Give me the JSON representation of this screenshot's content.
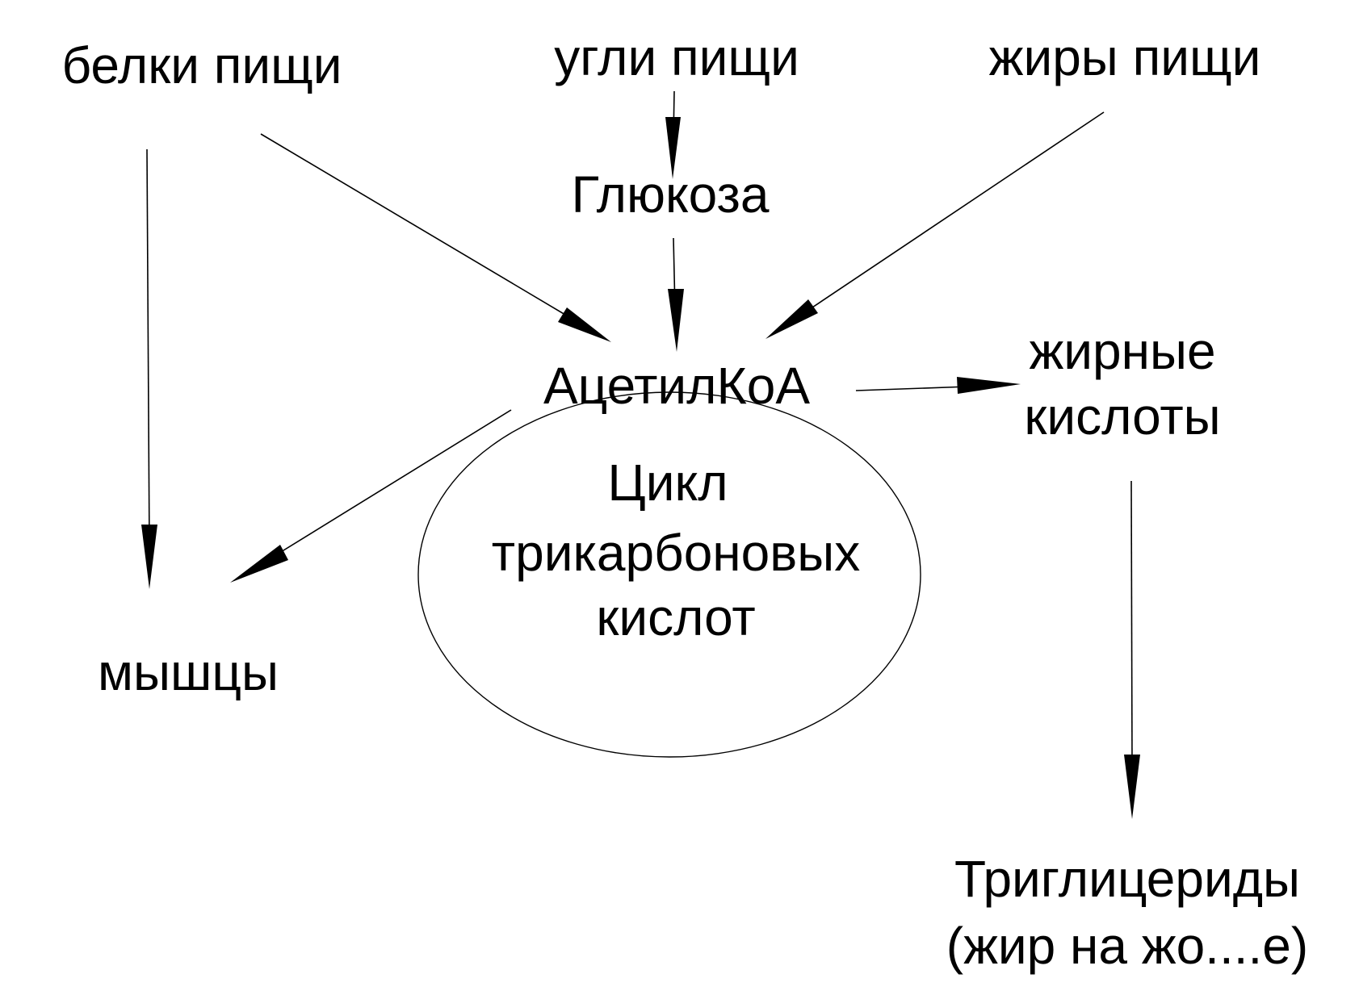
{
  "nodes": {
    "proteins": "белки пищи",
    "carbs": "угли пищи",
    "fats": "жиры пищи",
    "glucose": "Глюкоза",
    "acetyl_coa": "АцетилКоА",
    "fatty_acids": [
      "жирные",
      "кислоты"
    ],
    "muscles": "мышцы",
    "tca_cycle": [
      "Цикл",
      "трикарбоновых",
      "кислот"
    ],
    "triglycerides": [
      "Триглицериды",
      "(жир на жо....е)"
    ]
  },
  "colors": {
    "stroke": "#000000",
    "text": "#000000",
    "background": "#ffffff"
  }
}
